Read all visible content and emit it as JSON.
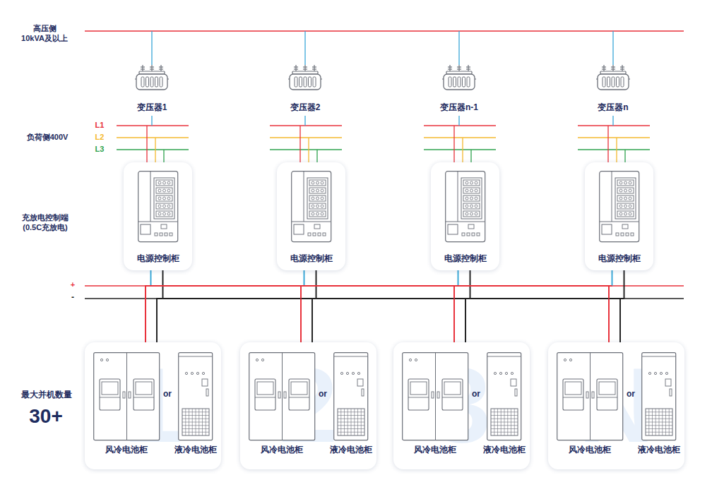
{
  "diagram": {
    "nodes": [
      {
        "text": [
          "变压器1"
        ]
      },
      {
        "text": [
          "变压器2"
        ]
      },
      {
        "text": [
          "变压器n-1"
        ]
      },
      {
        "text": [
          "变压器n"
        ]
      },
      {
        "text": [
          "电源控制柜"
        ]
      },
      {
        "text": [
          "电源控制柜"
        ]
      },
      {
        "text": [
          "电源控制柜"
        ]
      },
      {
        "text": [
          "电源控制柜"
        ]
      },
      {
        "text": [
          "or"
        ]
      },
      {
        "text": [
          "风冷电池柜"
        ],
        "in": 8
      },
      {
        "text": [
          "液冷电池柜"
        ],
        "in": 8
      },
      {
        "text": [
          "or"
        ]
      },
      {
        "text": [
          "风冷电池柜"
        ],
        "in": 11
      },
      {
        "text": [
          "液冷电池柜"
        ],
        "in": 11
      },
      {
        "text": [
          "or"
        ]
      },
      {
        "text": [
          "风冷电池柜"
        ],
        "in": 14
      },
      {
        "text": [
          "液冷电池柜"
        ],
        "in": 14
      },
      {
        "text": [
          "or"
        ]
      },
      {
        "text": [
          "风冷电池柜"
        ],
        "in": 17
      },
      {
        "text": [
          "液冷电池柜"
        ],
        "in": 17
      }
    ],
    "edges": [
      {
        "from": 0,
        "to": 4,
        "arrow": "none"
      },
      {
        "from": 1,
        "to": 5,
        "arrow": "none"
      },
      {
        "from": 2,
        "to": 6,
        "arrow": "none"
      },
      {
        "from": 3,
        "to": 7,
        "arrow": "none"
      },
      {
        "from": 4,
        "to": 8,
        "arrow": "none"
      },
      {
        "from": 4,
        "to": 11,
        "arrow": "none"
      },
      {
        "from": 4,
        "to": 14,
        "arrow": "none"
      },
      {
        "from": 4,
        "to": 17,
        "arrow": "none"
      },
      {
        "from": 5,
        "to": 8,
        "arrow": "none"
      },
      {
        "from": 5,
        "to": 11,
        "arrow": "none"
      },
      {
        "from": 5,
        "to": 14,
        "arrow": "none"
      },
      {
        "from": 5,
        "to": 17,
        "arrow": "none"
      },
      {
        "from": 6,
        "to": 8,
        "arrow": "none"
      },
      {
        "from": 6,
        "to": 11,
        "arrow": "none"
      },
      {
        "from": 6,
        "to": 14,
        "arrow": "none"
      },
      {
        "from": 6,
        "to": 17,
        "arrow": "none"
      },
      {
        "from": 7,
        "to": 8,
        "arrow": "none"
      },
      {
        "from": 7,
        "to": 11,
        "arrow": "none"
      },
      {
        "from": 7,
        "to": 14,
        "arrow": "none"
      },
      {
        "from": 7,
        "to": 17,
        "arrow": "none"
      }
    ],
    "labels": [
      "高压侧 10kVA及以上",
      "L1",
      "L2",
      "L3",
      "负荷侧400V",
      "充放电控制端 (0.5C充放电)",
      "+",
      "-",
      "最大并机数量",
      "30+",
      "1",
      "2",
      "3",
      "N"
    ]
  }
}
